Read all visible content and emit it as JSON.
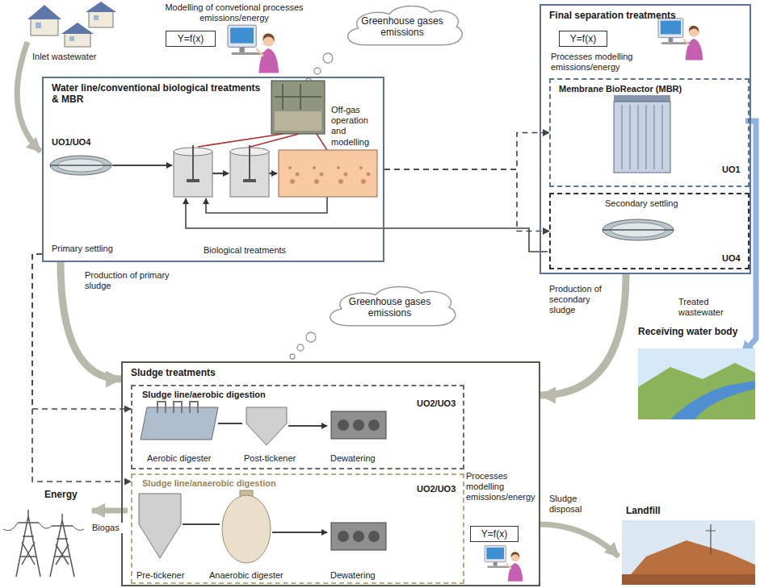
{
  "diagram": {
    "nodes": [
      {
        "text": [
          "Y=f(x)"
        ]
      },
      {
        "text": [
          "Greenhouse gases emissions"
        ]
      },
      {
        "text": [
          "Water line/conventional biological treatments & MBR",
          "UO1/UO4",
          "Off-gas operation and modelling",
          "Primary settling",
          "Biological treatments"
        ]
      },
      {
        "text": [
          "Final separation treatments",
          "Processes modelling emissions/energy"
        ]
      },
      {
        "text": [
          "Y=f(x)"
        ],
        "in": 3
      },
      {
        "text": [
          "Membrane BioReactor (MBR)",
          "UO1"
        ],
        "in": 3
      },
      {
        "text": [
          "Secondary settling",
          "UO4"
        ],
        "in": 3
      },
      {
        "text": [
          "Greenhouse gases emissions"
        ]
      },
      {
        "text": [
          "Sludge treatments",
          "Processes modelling emissions/energy"
        ]
      },
      {
        "text": [
          "Sludge line/aerobic digestion",
          "Aerobic digester",
          "Post-tickener",
          "Dewatering",
          "UO2/UO3"
        ],
        "in": 8
      },
      {
        "text": [
          "Sludge line/anaerobic digestion",
          "UO2/UO3",
          "Pre-tickener",
          "Anaerobic digester",
          "Dewatering"
        ],
        "in": 8
      },
      {
        "text": [
          "Y=f(x)"
        ],
        "in": 8
      }
    ],
    "edges": [
      {
        "from": 2,
        "to": 5,
        "arrow": "to"
      },
      {
        "from": 2,
        "to": 6,
        "arrow": "to"
      },
      {
        "from": 2,
        "to": 9,
        "arrow": "to"
      },
      {
        "from": 2,
        "to": 10,
        "arrow": "to"
      },
      {
        "from": 2,
        "to": 8,
        "arrow": "to"
      },
      {
        "from": 3,
        "to": 8,
        "arrow": "to"
      }
    ],
    "labels": [
      "Modelling of convetional processes emissions/energy",
      "Inlet wastewater",
      "Production of primary sludge",
      "Production of secondary sludge",
      "Treated wastewater",
      "Receiving water body",
      "Sludge disposal",
      "Landfill",
      "Energy",
      "Biogas"
    ]
  }
}
